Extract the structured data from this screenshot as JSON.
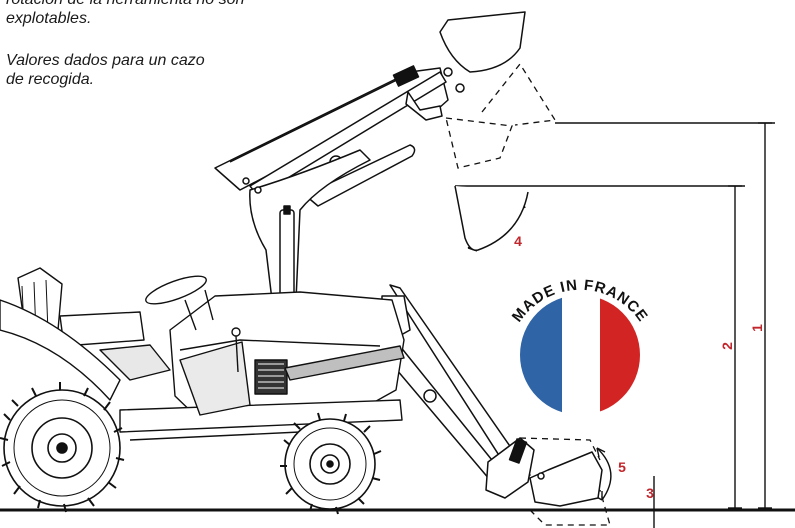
{
  "notes": {
    "note_1": "rotación de la herramienta no son\nexplotables.",
    "note_2": "Valores dados para un cazo\nde recogida."
  },
  "badge": {
    "text": "MADE IN FRANCE",
    "colors": {
      "blue": "#2f64a6",
      "white": "#ffffff",
      "red": "#d32424"
    }
  },
  "dimensions": {
    "label_color": "#c0262b",
    "labels": {
      "d1": "1",
      "d2": "2",
      "d3": "3",
      "d4": "4",
      "d5": "5"
    }
  }
}
